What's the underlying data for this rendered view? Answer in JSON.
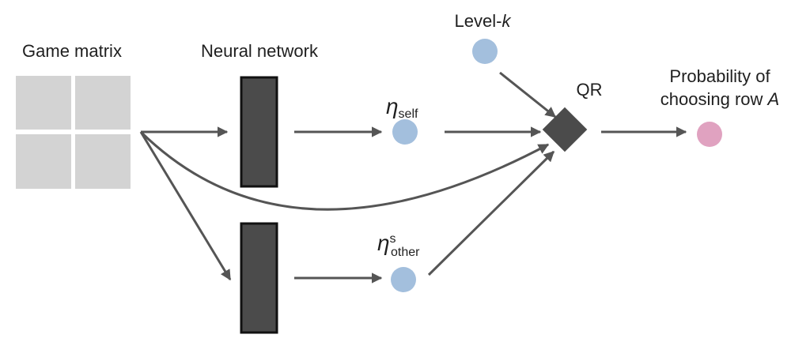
{
  "labels": {
    "game_matrix": "Game matrix",
    "neural_network": "Neural network",
    "level_k_prefix": "Level-",
    "level_k_var": "k",
    "eta": "η",
    "self_sub": "self",
    "other_sub": "other",
    "other_sup": "s",
    "qr": "QR",
    "prob_line1": "Probability of",
    "prob_line2_prefix": "choosing row ",
    "prob_line2_var": "A"
  },
  "colors": {
    "matrix_cell": "#d3d3d3",
    "network_block": "#4b4b4b",
    "eta_node": "#a3bfdd",
    "output_node": "#e0a2c0",
    "qr_node": "#4b4b4b",
    "arrow": "#555555"
  }
}
